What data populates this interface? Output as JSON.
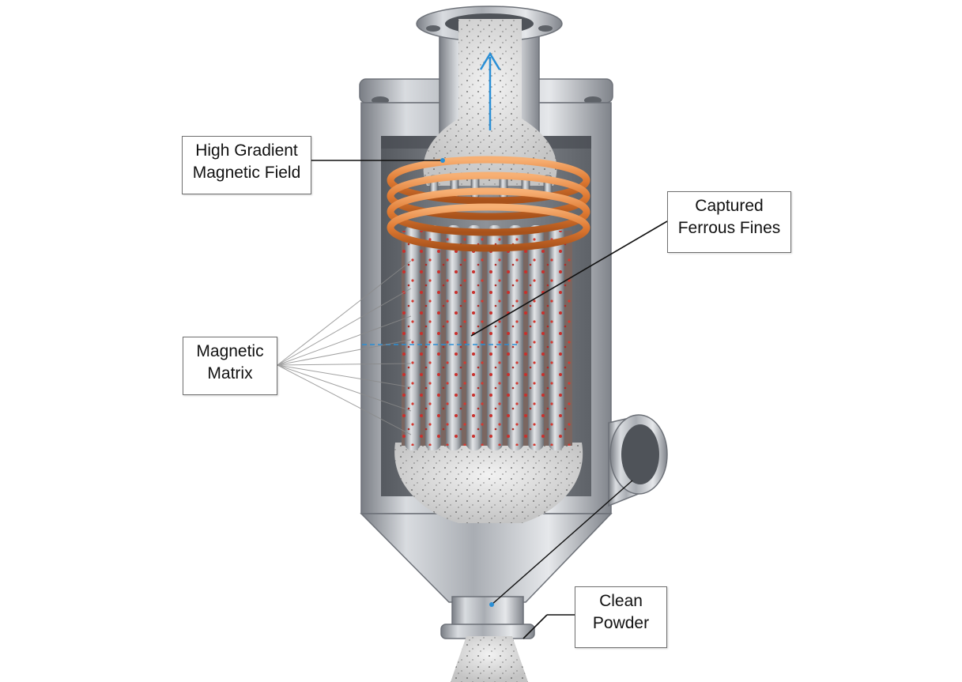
{
  "labels": {
    "high_gradient": {
      "line1": "High Gradient",
      "line2": "Magnetic Field"
    },
    "captured_fines": {
      "line1": "Captured",
      "line2": "Ferrous Fines"
    },
    "magnetic_matrix": {
      "line1": "Magnetic",
      "line2": "Matrix"
    },
    "clean_powder": {
      "line1": "Clean",
      "line2": "Powder"
    }
  },
  "colors": {
    "steel": "#b8bcc2",
    "steel_dark": "#6d7178",
    "copper": "#e07a32",
    "ferrous_particles": "#c9302c",
    "flow_arrow": "#2a8fd6",
    "powder": "#d9d9d9"
  },
  "icons": [
    "flow-up-arrow-icon"
  ]
}
